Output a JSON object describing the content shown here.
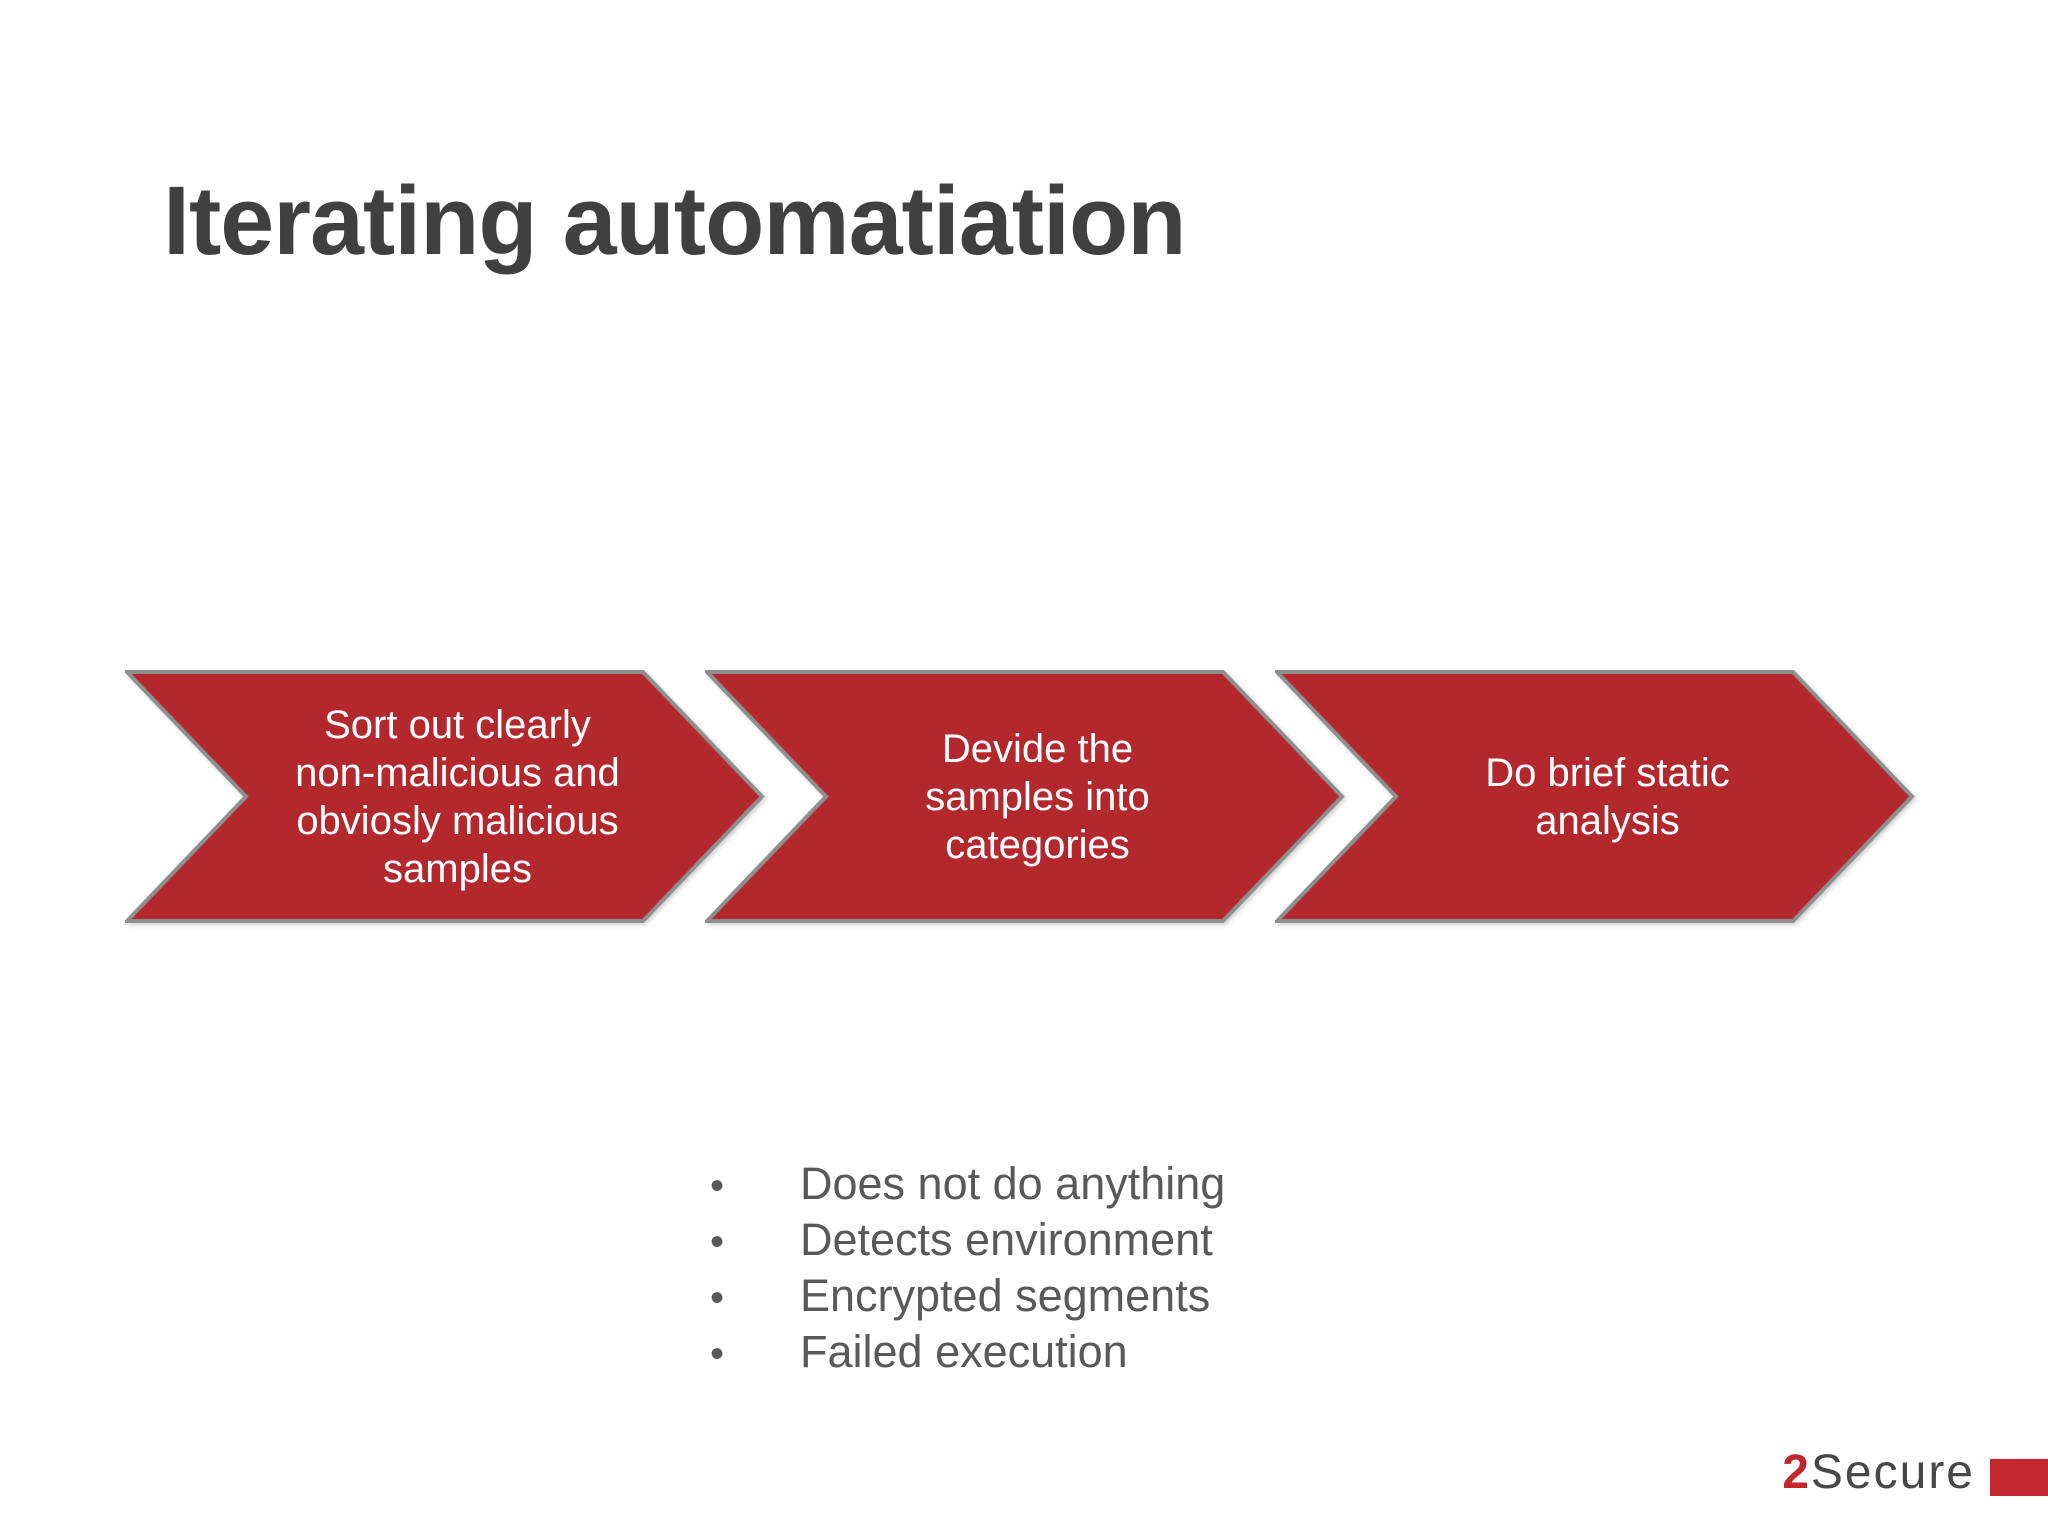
{
  "slide": {
    "title": "Iterating automatiation",
    "steps": [
      {
        "lines": [
          "Sort out clearly",
          "non-malicious and",
          "obviosly malicious",
          "samples"
        ]
      },
      {
        "lines": [
          "Devide the",
          "samples into",
          "categories"
        ]
      },
      {
        "lines": [
          "Do brief static",
          "analysis"
        ]
      }
    ],
    "bullet_char": "•",
    "bullets": [
      "Does not do anything",
      "Detects environment",
      "Encrypted segments",
      "Failed execution"
    ],
    "logo": {
      "prefix": "2",
      "name": "Secure"
    },
    "colors": {
      "background": "#FFFFFF",
      "title_text": "#404040",
      "arrow_fill": "#B2282D",
      "arrow_border": "#8F8F8F",
      "arrow_text": "#FFFFFF",
      "body_text": "#595959",
      "logo_red": "#C1272D",
      "logo_gray": "#48484A"
    }
  }
}
